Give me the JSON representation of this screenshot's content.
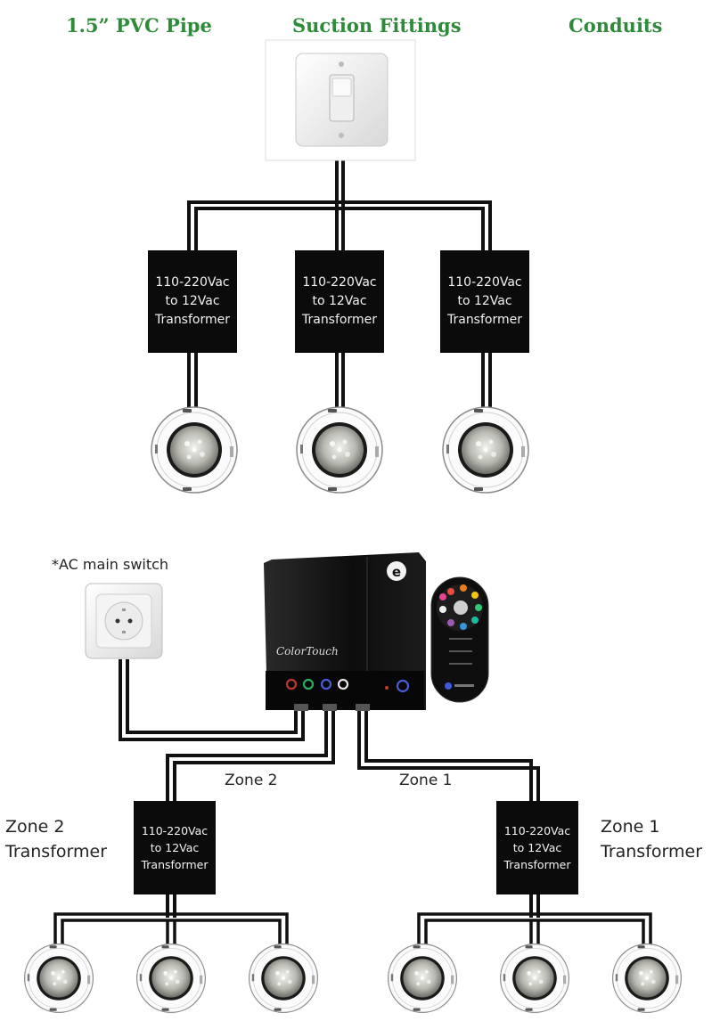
{
  "headers": {
    "pvc_pipe": "1.5” PVC Pipe",
    "suction_fittings": "Suction Fittings",
    "conduits": "Conduits"
  },
  "transformer_text": {
    "line1": "110-220Vac",
    "line2": "to 12Vac",
    "line3": "Transformer"
  },
  "labels": {
    "ac_main_switch": "*AC main switch",
    "zone1": "Zone 1",
    "zone2": "Zone 2",
    "zone1_transformer_line1": "Zone 1",
    "zone1_transformer_line2": "Transformer",
    "zone2_transformer_line1": "Zone 2",
    "zone2_transformer_line2": "Transformer"
  },
  "controller": {
    "brand_text": "ColorTouch",
    "logo_letter": "e"
  },
  "colors": {
    "header_green": "#2e8b3a",
    "wire": "#111111",
    "transformer_bg": "#0b0b0b"
  },
  "icons": [
    "wall-switch-icon",
    "ac-outlet-icon",
    "controller-unit-icon",
    "remote-control-icon",
    "pool-light-icon"
  ]
}
